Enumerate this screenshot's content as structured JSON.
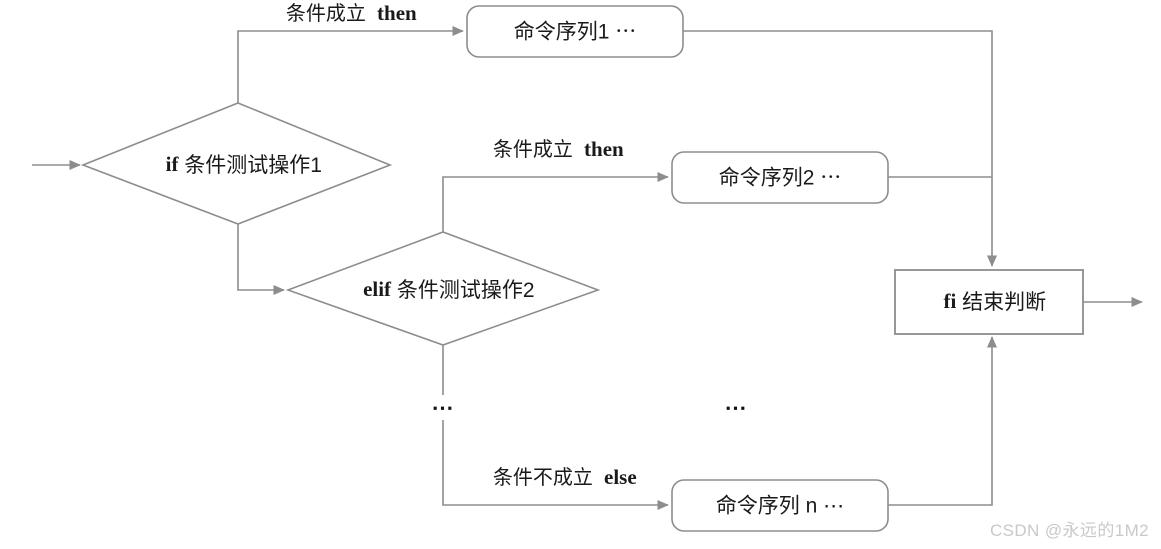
{
  "diagram": {
    "title": "shell if-elif-else flowchart",
    "colors": {
      "stroke": "#8d8d8d",
      "text": "#1a1a1a",
      "background": "#ffffff",
      "watermark": "#c9c9c9"
    },
    "nodes": {
      "decision_if": {
        "keyword": "if",
        "text": "条件测试操作1",
        "shape": "diamond"
      },
      "decision_elif": {
        "keyword": "elif",
        "text": "条件测试操作2",
        "shape": "diamond"
      },
      "cmd1": {
        "text": "命令序列1 ⋯",
        "shape": "rounded-rect"
      },
      "cmd2": {
        "text": "命令序列2 ⋯",
        "shape": "rounded-rect"
      },
      "cmdn": {
        "text": "命令序列 n ⋯",
        "shape": "rounded-rect"
      },
      "end_fi": {
        "keyword": "fi",
        "text": "结束判断",
        "shape": "rect"
      }
    },
    "edge_labels": {
      "if_true": {
        "condition": "条件成立",
        "keyword": "then"
      },
      "elif_true": {
        "condition": "条件成立",
        "keyword": "then"
      },
      "else_branch": {
        "condition": "条件不成立",
        "keyword": "else"
      }
    },
    "ellipsis": {
      "left": "⋯",
      "right": "⋯"
    },
    "watermark": "CSDN @永远的1M2"
  }
}
